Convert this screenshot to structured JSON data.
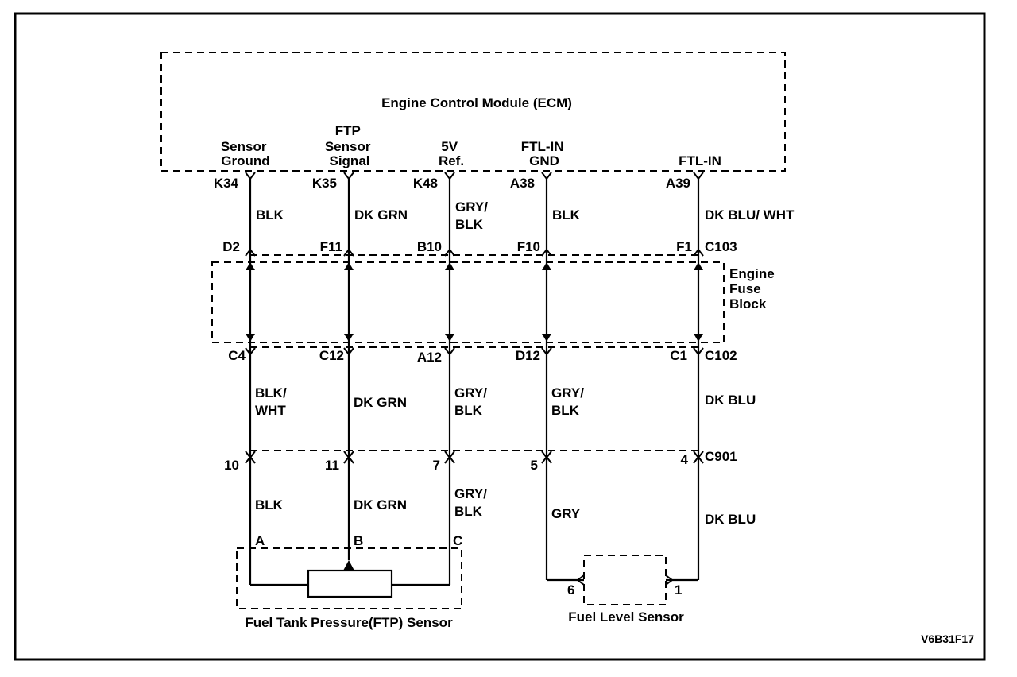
{
  "ecm": {
    "title": "Engine Control Module (ECM)",
    "pins": [
      {
        "name_lines": [
          "Sensor",
          "Ground"
        ],
        "pin": "K34",
        "wire": [
          "BLK"
        ]
      },
      {
        "name_lines": [
          "FTP",
          "Sensor",
          "Signal"
        ],
        "pin": "K35",
        "wire": [
          "DK GRN"
        ]
      },
      {
        "name_lines": [
          "5V",
          "Ref."
        ],
        "pin": "K48",
        "wire": [
          "GRY/",
          "BLK"
        ]
      },
      {
        "name_lines": [
          "FTL-IN",
          "GND"
        ],
        "pin": "A38",
        "wire": [
          "BLK"
        ]
      },
      {
        "name_lines": [
          "FTL-IN"
        ],
        "pin": "A39",
        "wire": [
          "DK BLU/ WHT"
        ]
      }
    ]
  },
  "fuse_block": {
    "label_lines": [
      "Engine",
      "Fuse",
      "Block"
    ],
    "top_connector": "C103",
    "top_pins": [
      "D2",
      "F11",
      "B10",
      "F10",
      "F1"
    ],
    "bottom_connector": "C102",
    "bottom_pins": [
      "C4",
      "C12",
      "A12",
      "D12",
      "C1"
    ]
  },
  "mid_wires": [
    [
      "BLK/",
      "WHT"
    ],
    [
      "DK GRN"
    ],
    [
      "GRY/",
      "BLK"
    ],
    [
      "GRY/",
      "BLK"
    ],
    [
      "DK BLU"
    ]
  ],
  "c901": {
    "connector": "C901",
    "pins": [
      "10",
      "11",
      "7",
      "5",
      "4"
    ]
  },
  "lower_wires": [
    [
      "BLK"
    ],
    [
      "DK GRN"
    ],
    [
      "GRY/",
      "BLK"
    ],
    [
      "GRY"
    ],
    [
      "DK BLU"
    ]
  ],
  "ftp_sensor": {
    "label": "Fuel Tank Pressure(FTP) Sensor",
    "terminals": [
      "A",
      "B",
      "C"
    ]
  },
  "fuel_level_sensor": {
    "label": "Fuel Level Sensor",
    "terminals": [
      "6",
      "1"
    ]
  },
  "figure_code": "V6B31F17"
}
